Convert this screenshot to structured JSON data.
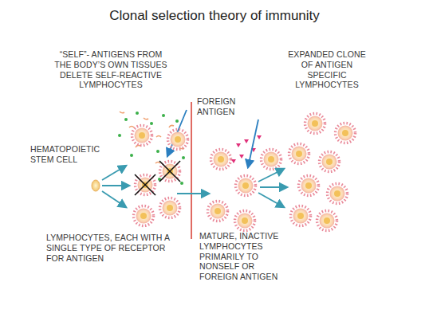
{
  "diagram": {
    "title": "Clonal selection theory of immunity",
    "labels": [
      "“SELF”- ANTIGENS FROM THE BODY’S OWN TISSUES DELETE SELF-REACTIVE LYMPHOCYTES",
      "FOREIGN ANTIGEN",
      "EXPANDED CLONE OF ANTIGEN SPECIFIC LYMPHOCYTES",
      "HEMATOPOIETIC STEM CELL",
      "LYMPHOCYTES, EACH WITH A SINGLE TYPE OF RECEPTOR FOR ANTIGEN",
      "MATURE, INACTIVE LYMPHOCYTES PRIMARILY TO NONSELF OR FOREIGN ANTIGEN"
    ]
  }
}
